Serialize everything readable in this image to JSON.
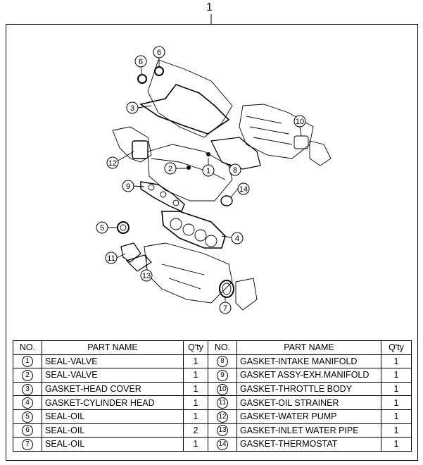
{
  "top_label": "1",
  "callouts": [
    "6",
    "6",
    "3",
    "10",
    "12",
    "2",
    "1",
    "8",
    "9",
    "14",
    "5",
    "4",
    "11",
    "13",
    "7"
  ],
  "table": {
    "headers": {
      "no": "NO.",
      "part_name": "PART NAME",
      "qty": "Q'ty"
    },
    "rows": [
      {
        "no_l": "1",
        "name_l": "SEAL-VALVE",
        "qty_l": "1",
        "no_r": "8",
        "name_r": "GASKET-INTAKE MANIFOLD",
        "qty_r": "1"
      },
      {
        "no_l": "2",
        "name_l": "SEAL-VALVE",
        "qty_l": "1",
        "no_r": "9",
        "name_r": "GASKET ASSY-EXH.MANIFOLD",
        "qty_r": "1"
      },
      {
        "no_l": "3",
        "name_l": "GASKET-HEAD COVER",
        "qty_l": "1",
        "no_r": "10",
        "name_r": "GASKET-THROTTLE BODY",
        "qty_r": "1"
      },
      {
        "no_l": "4",
        "name_l": "GASKET-CYLINDER HEAD",
        "qty_l": "1",
        "no_r": "11",
        "name_r": "GASKET-OIL STRAINER",
        "qty_r": "1"
      },
      {
        "no_l": "5",
        "name_l": "SEAL-OIL",
        "qty_l": "1",
        "no_r": "12",
        "name_r": "GASKET-WATER PUMP",
        "qty_r": "1"
      },
      {
        "no_l": "6",
        "name_l": "SEAL-OIL",
        "qty_l": "2",
        "no_r": "13",
        "name_r": "GASKET-INLET WATER PIPE",
        "qty_r": "1"
      },
      {
        "no_l": "7",
        "name_l": "SEAL-OIL",
        "qty_l": "1",
        "no_r": "14",
        "name_r": "GASKET-THERMOSTAT",
        "qty_r": "1"
      }
    ]
  }
}
